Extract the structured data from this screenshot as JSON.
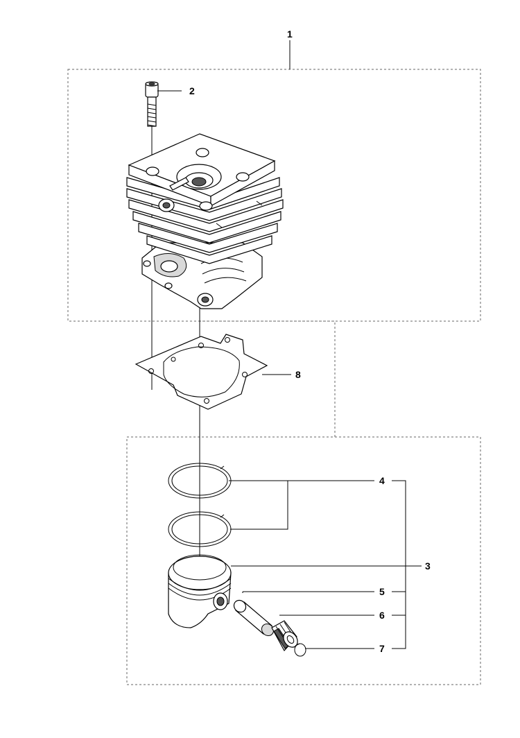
{
  "callouts": {
    "c1": "1",
    "c2": "2",
    "c3": "3",
    "c4": "4",
    "c5": "5",
    "c6": "6",
    "c7": "7",
    "c8": "8"
  },
  "parts": {
    "screw": "screw",
    "cylinder": "cylinder",
    "gasket": "gasket",
    "piston_ring": "piston-ring",
    "piston": "piston",
    "piston_pin": "piston-pin",
    "needle_bearing": "needle-bearing",
    "circlip": "circlip"
  }
}
